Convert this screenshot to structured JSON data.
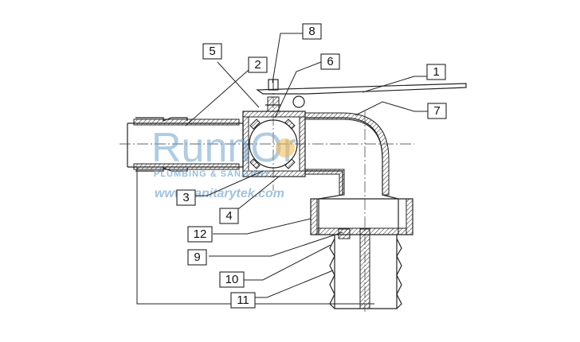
{
  "callouts": [
    "1",
    "2",
    "3",
    "4",
    "5",
    "6",
    "7",
    "8",
    "9",
    "10",
    "11",
    "12"
  ],
  "watermark": {
    "brand": "RunnOr",
    "tagline": "PLUMBING & SANITARY",
    "url": "www.sanitarytek.com"
  },
  "colors": {
    "line": "#222222",
    "watermark": "#6fa3cf",
    "watermark_accent": "#f2b84b"
  }
}
